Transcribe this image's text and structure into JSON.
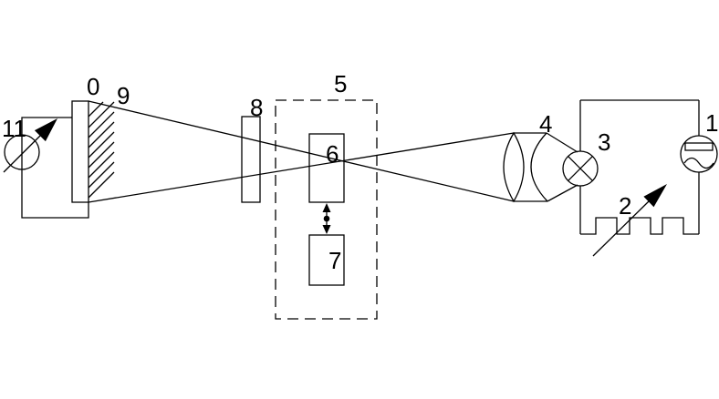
{
  "figure": {
    "background_color": "#ffffff",
    "stroke_color": "#000000",
    "labels": {
      "source": "1",
      "rheostat": "2",
      "lamp": "3",
      "condenser": "4",
      "modulator_unit": "5",
      "modulator": "6",
      "driver": "7",
      "filter": "8",
      "beam": "9",
      "receiver": "0",
      "meter": "11"
    }
  }
}
